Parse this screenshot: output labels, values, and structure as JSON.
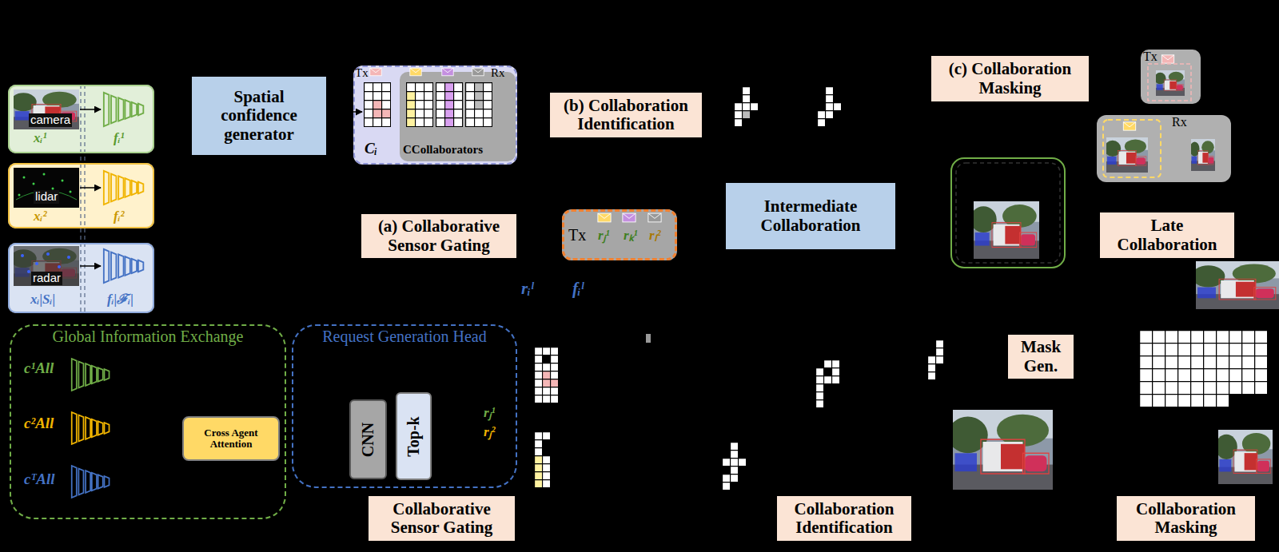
{
  "diagram": {
    "nodes": [
      {
        "text": [
          "camera",
          "xᵢ¹",
          "fᵢ¹"
        ]
      },
      {
        "text": [
          "lidar",
          "xᵢ²",
          "fᵢ²"
        ]
      },
      {
        "text": [
          "radar",
          "xᵢ|Sᵢ|",
          "fᵢ|ℱᵢ|"
        ]
      },
      {
        "text": [
          "Spatial confidence generator"
        ]
      },
      {
        "text": [
          "Tx",
          "Rx",
          "Cᵢ",
          "CCollaborators"
        ]
      },
      {
        "text": [
          "(b) Collaboration Identification"
        ]
      },
      {
        "text": [
          "(c) Collaboration Masking"
        ]
      },
      {
        "text": [
          "Tx"
        ]
      },
      {
        "text": [
          "Rx"
        ]
      },
      {
        "text": [
          "Intermediate Collaboration"
        ]
      },
      {
        "text": [
          "(a) Collaborative Sensor Gating"
        ]
      },
      {
        "text": [
          "Tx",
          "rⱼ¹",
          "rₖ¹",
          "rₗ²"
        ]
      },
      {
        "text": [
          "Late Collaboration"
        ]
      },
      {
        "text": [
          "Global Information Exchange",
          "c¹All",
          "c²All",
          "cᵀAll"
        ]
      },
      {
        "text": [
          "Cross Agent Attention"
        ],
        "in": 13
      },
      {
        "text": [
          "Request Generation Head",
          "rⱼ¹",
          "rⱼ²"
        ]
      },
      {
        "text": [
          "CNN"
        ],
        "in": 15
      },
      {
        "text": [
          "Top-k"
        ],
        "in": 15
      },
      {
        "text": [
          "Mask Gen."
        ]
      },
      {
        "text": [
          "Collaborative Sensor Gating"
        ]
      },
      {
        "text": [
          "Collaboration Identification"
        ]
      },
      {
        "text": [
          "Collaboration Masking"
        ]
      }
    ],
    "labels": [
      "rᵢˡ",
      "fᵢˡ"
    ]
  }
}
